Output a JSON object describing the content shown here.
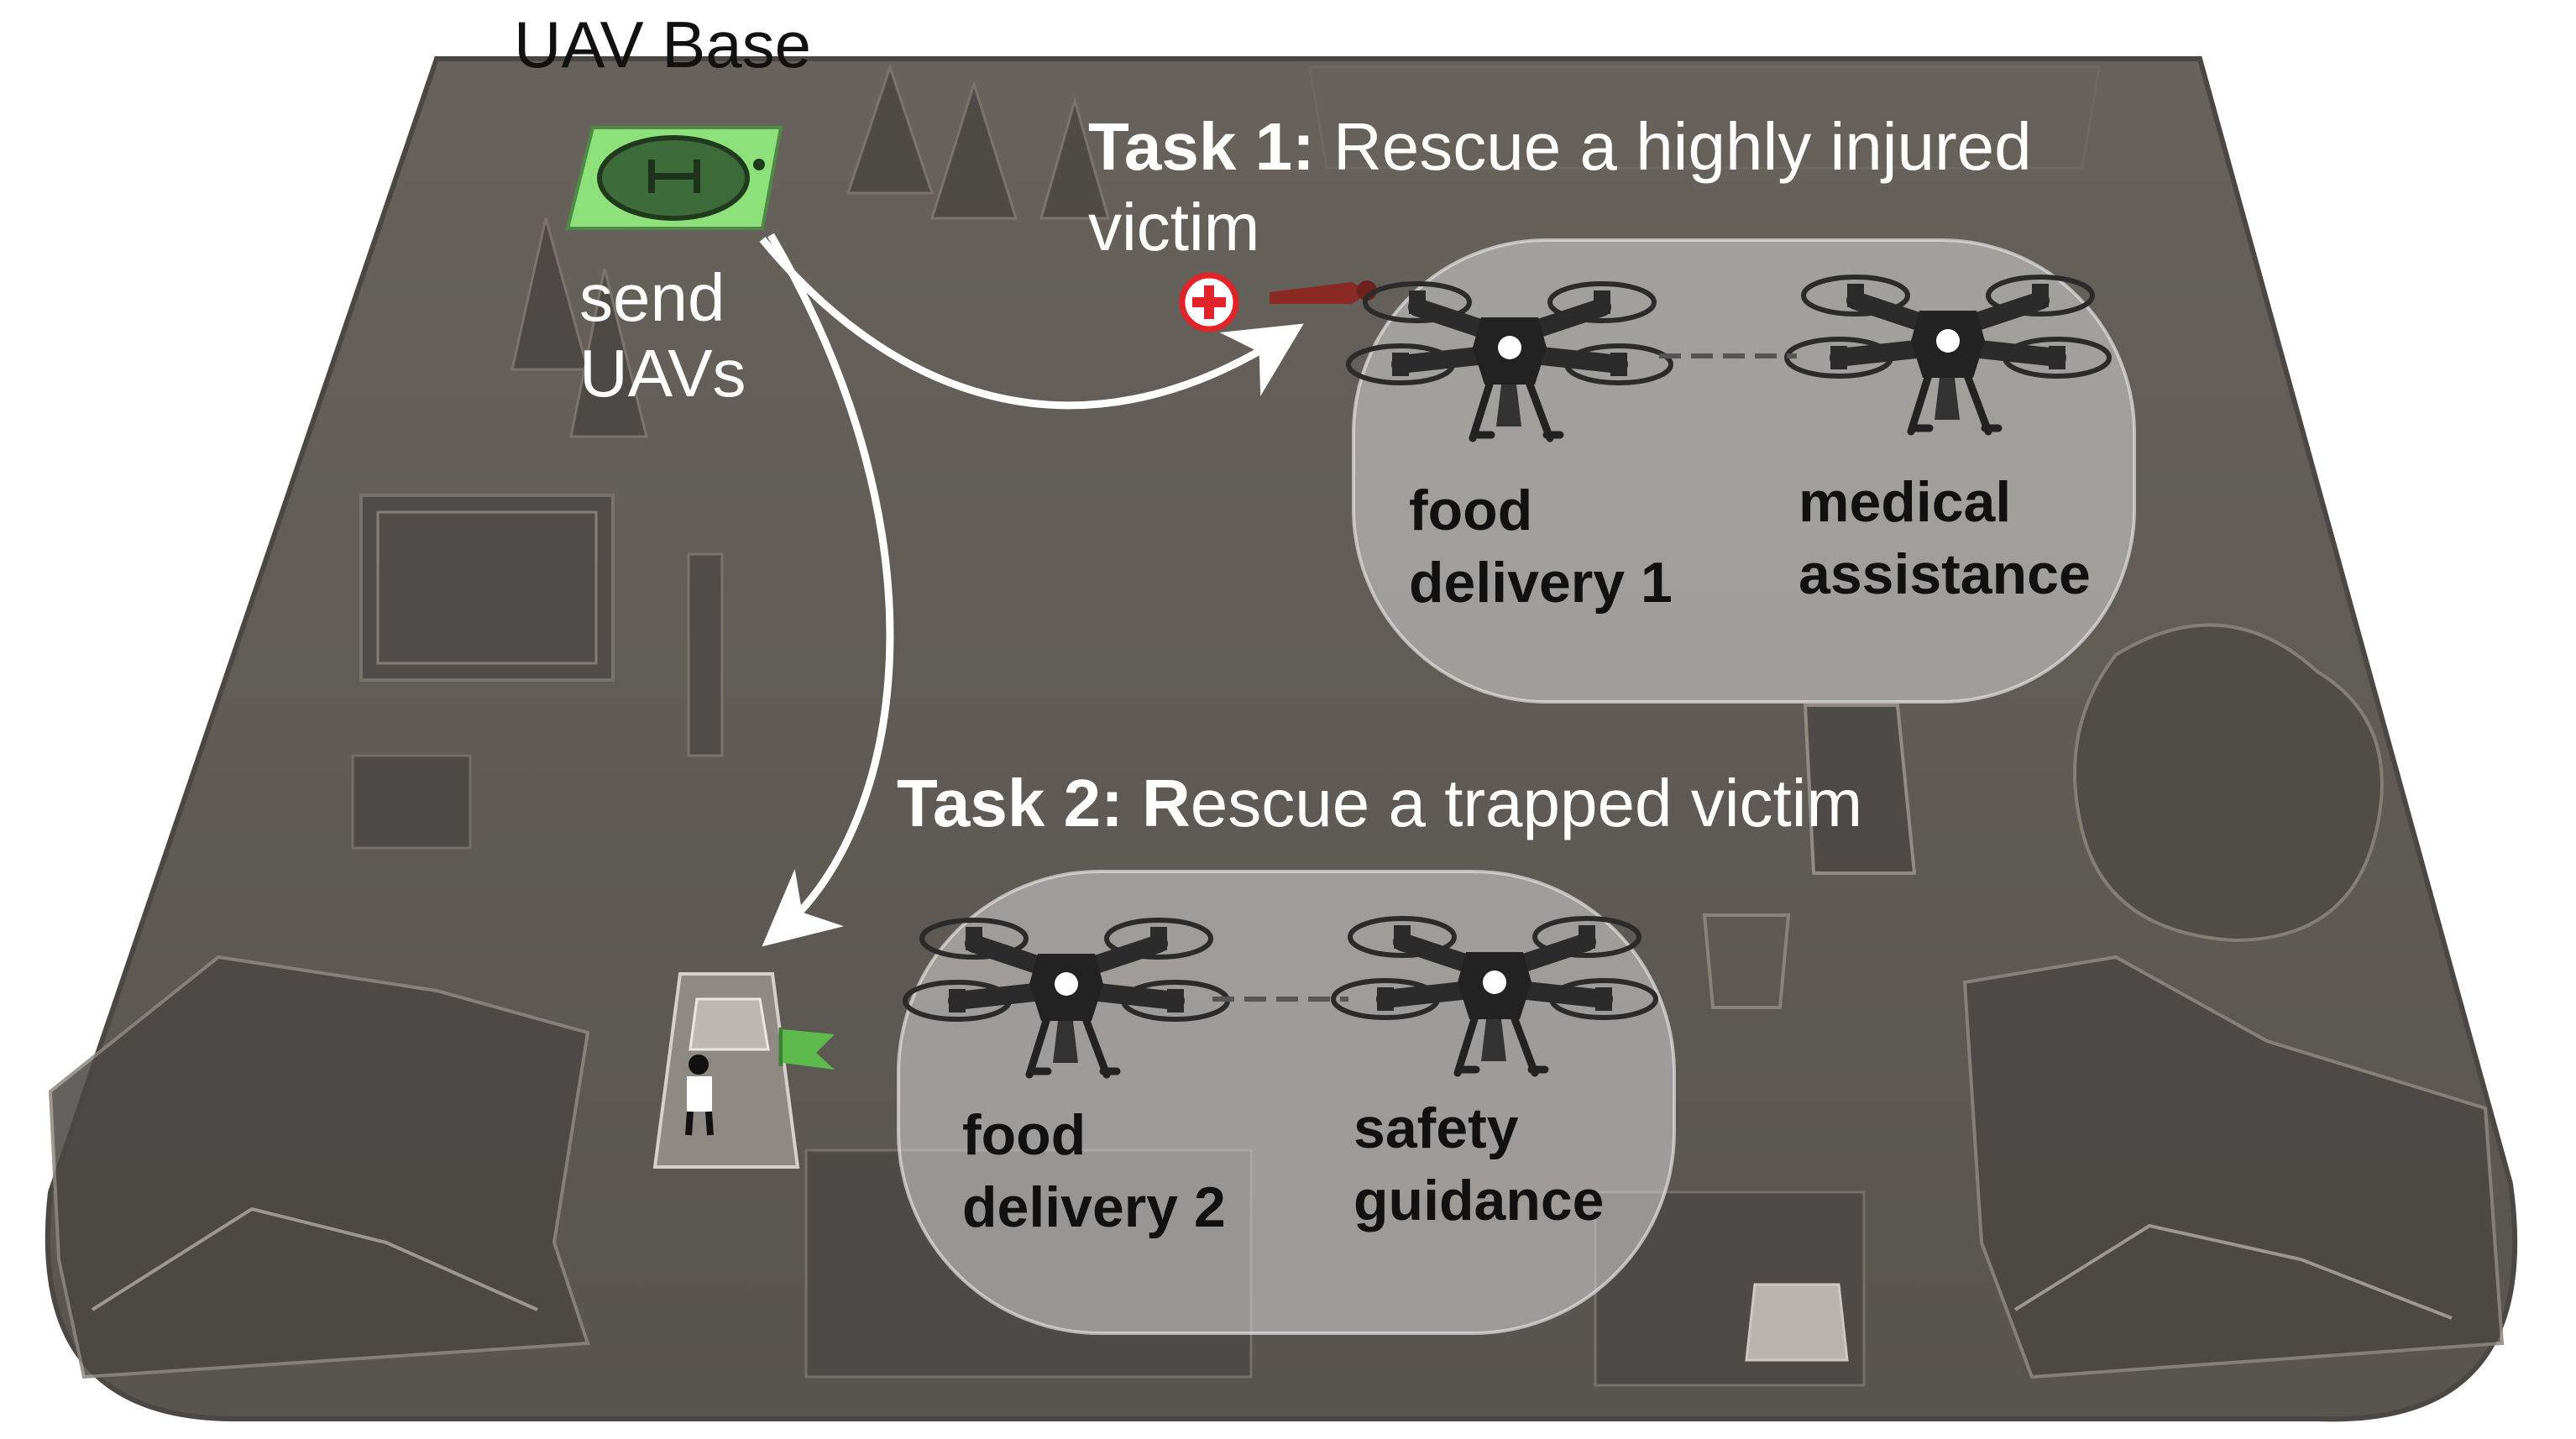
{
  "base": {
    "label": "UAV Base"
  },
  "dispatch": {
    "line1": "send",
    "line2": "UAVs"
  },
  "task1": {
    "title_prefix": "Task 1:",
    "title_rest_line1": " Rescue a highly injured",
    "title_rest_line2": "victim",
    "roles": [
      {
        "line1": "food",
        "line2": "delivery 1"
      },
      {
        "line1": "medical",
        "line2": "assistance"
      }
    ]
  },
  "task2": {
    "title_prefix": "Task 2:",
    "title_bold_letter": " R",
    "title_rest": "escue a trapped victim",
    "roles": [
      {
        "line1": "food",
        "line2": "delivery 2"
      },
      {
        "line1": "safety",
        "line2": "guidance"
      }
    ]
  },
  "icons": [
    "helipad-icon",
    "red-cross-icon",
    "injured-victim-icon",
    "trapped-victim-icon",
    "drone-icon",
    "flag-icon",
    "car-icon",
    "house-icon",
    "tree-icon"
  ],
  "colors": {
    "terrain": "#5e5a55",
    "panel": "#d6d6d6",
    "helipad": "#8ee07a",
    "helipad_inner": "#3e6b3a",
    "medical_red": "#e0242a",
    "flag_green": "#5dbb4e",
    "arrow": "#ffffff"
  }
}
